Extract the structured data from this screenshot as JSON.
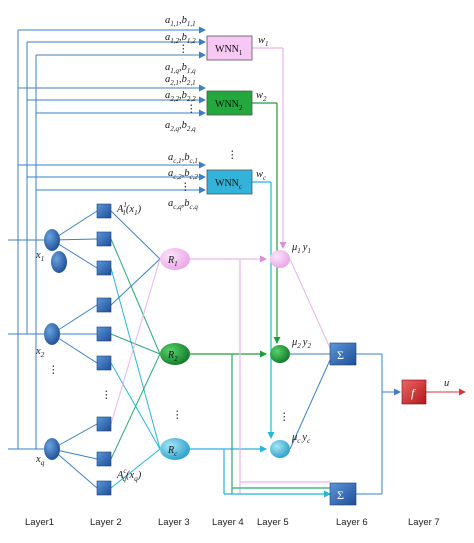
{
  "layers": [
    "Layer1",
    "Layer 2",
    "Layer 3",
    "Layer 4",
    "Layer 5",
    "Layer 6",
    "Layer 7"
  ],
  "inputs": [
    "x1",
    "x2",
    "xq"
  ],
  "input_labels": {
    "x1": "x",
    "x1_sub": "1",
    "x2": "x",
    "x2_sub": "2",
    "xq": "x",
    "xq_sub": "q"
  },
  "wnn": {
    "box1": {
      "text": "WNN",
      "sub": "1",
      "color": "#f6c8f3"
    },
    "box2": {
      "text": "WNN",
      "sub": "2",
      "color": "#22a83c"
    },
    "boxc": {
      "text": "WNN",
      "sub": "c",
      "color": "#33b3d9"
    }
  },
  "weights": {
    "w1": "w",
    "w1_sub": "1",
    "w2": "w",
    "w2_sub": "2",
    "wc": "w",
    "wc_sub": "c"
  },
  "params": {
    "g1": [
      "a1,1,b1,1",
      "a1,2,b1,2",
      "a1,q,b1,q"
    ],
    "g2": [
      "a2,1,b2,1",
      "a2,2,b2,2",
      "a2,q,b2,q"
    ],
    "gc": [
      "ac,1,bc,1",
      "ac,2,bc,2",
      "ac,q,bc,q"
    ]
  },
  "rules": {
    "r1": "R",
    "r1_sub": "1",
    "r2": "R",
    "r2_sub": "2",
    "rc": "R",
    "rc_sub": "c"
  },
  "mu": {
    "m1": "μ",
    "m1_sub": "1",
    "m1_y": "y",
    "m1_ysub": "1",
    "m2": "μ",
    "m2_sub": "2",
    "m2_y": "y",
    "m2_ysub": "2",
    "mc": "μ",
    "mc_sub": "c",
    "mc_y": "y",
    "mc_ysub": "c"
  },
  "membership_top": {
    "A": "A",
    "sup": "1",
    "sub": "1",
    "arg": "(x",
    "argsub": "1",
    "close": ")"
  },
  "membership_bottom": {
    "A": "A",
    "sup": "c",
    "sub": "q",
    "arg": "(x",
    "argsub": "q",
    "close": ")"
  },
  "sum_symbol": "Σ",
  "f_symbol": "f",
  "output": "u",
  "dots": "⋮",
  "colors": {
    "pink": "#f0b8ee",
    "green": "#1d9e36",
    "cyan": "#2eb0d6",
    "blue": "#2f6db3",
    "teal": "#2ea89a",
    "red": "#d9363a",
    "line_blue": "#3d7fc2",
    "line_pink": "#e9b6ec",
    "line_green": "#2ca874",
    "line_cyan": "#29b5d6"
  }
}
